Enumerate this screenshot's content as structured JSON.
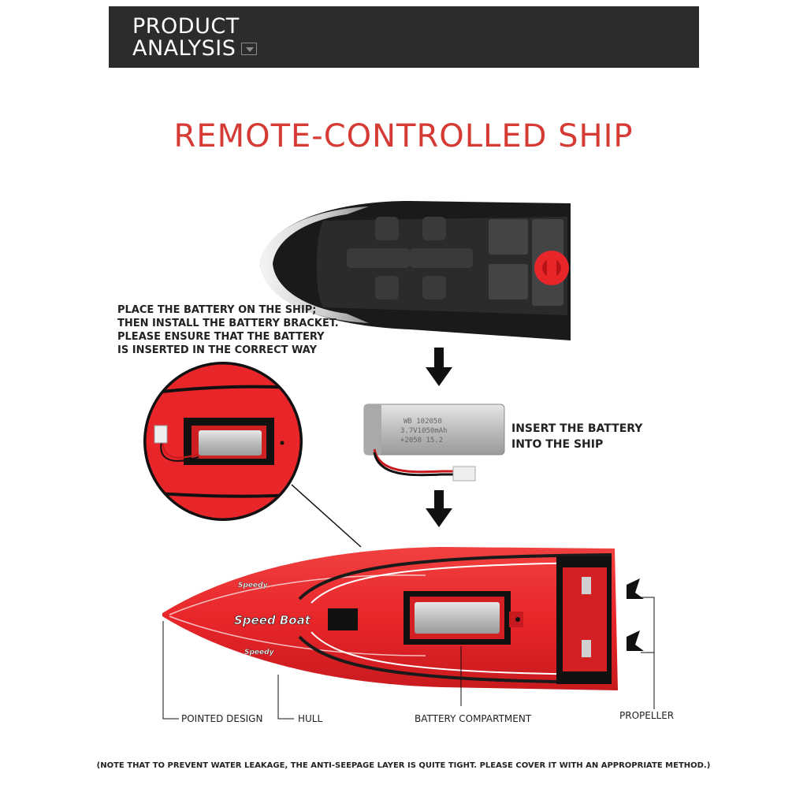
{
  "header": {
    "line1": "PRODUCT",
    "line2": "ANALYSIS"
  },
  "title": "REMOTE-CONTROLLED SHIP",
  "instructions": {
    "battery_placement": [
      "PLACE THE BATTERY ON THE SHIP;",
      "THEN INSTALL THE BATTERY BRACKET.",
      "PLEASE ENSURE THAT THE BATTERY",
      "IS INSERTED IN THE CORRECT WAY"
    ],
    "insert_battery": [
      "INSERT THE BATTERY",
      "INTO THE SHIP"
    ]
  },
  "battery": {
    "print_line1": "WB 102050",
    "print_line2": "3.7V1050mAh",
    "print_line3": "+2058 15.2"
  },
  "hull_decals": {
    "main": "Speed Boat",
    "small_top": "Speedy",
    "small_bottom": "Speedy"
  },
  "callouts": {
    "pointed_design": "POINTED DESIGN",
    "hull": "HULL",
    "battery_compartment": "BATTERY COMPARTMENT",
    "propeller": "PROPELLER"
  },
  "note": "(NOTE THAT TO PREVENT WATER LEAKAGE, THE ANTI-SEEPAGE LAYER IS QUITE TIGHT. PLEASE COVER IT WITH AN APPROPRIATE METHOD.)",
  "colors": {
    "accent_red": "#d63a34",
    "hull_red": "#e8262a",
    "header_bg": "#2c2c2c"
  }
}
